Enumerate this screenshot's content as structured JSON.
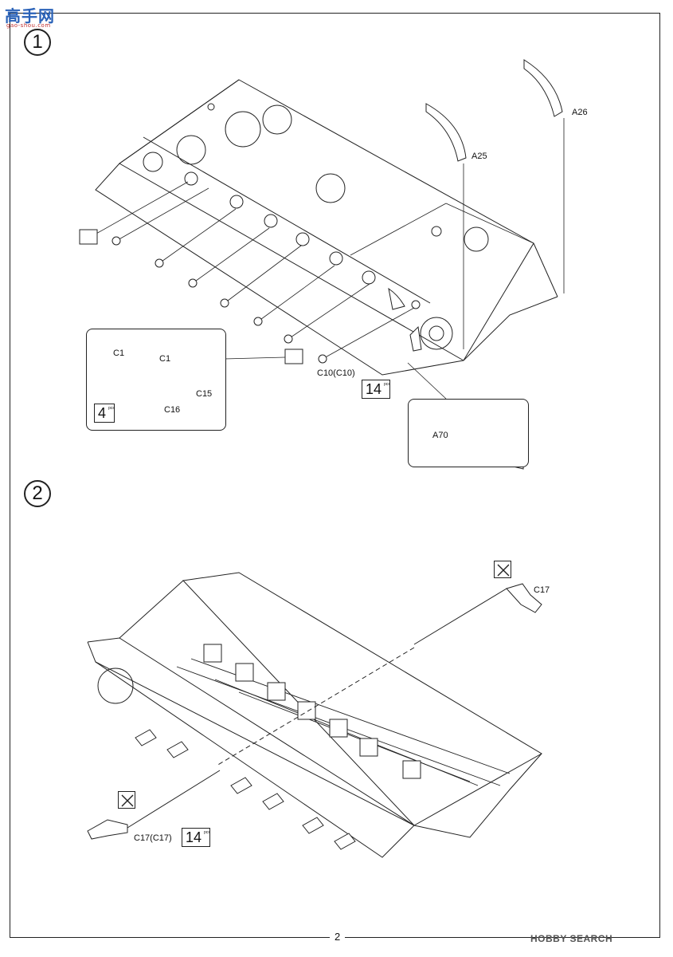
{
  "logo": {
    "text": "高手网",
    "url": "gao-shou.com"
  },
  "steps": [
    {
      "number": "1",
      "labels": {
        "a25": "A25",
        "a26": "A26",
        "c10": "C10(C10)",
        "c1_left": "C1",
        "c1_right": "C1",
        "c15": "C15",
        "c16": "C16",
        "a70": "A70"
      },
      "qty_main": {
        "count": "14",
        "unit": "pcs"
      },
      "qty_detail": {
        "count": "4",
        "unit": "pcs"
      }
    },
    {
      "number": "2",
      "labels": {
        "c17_top": "C17",
        "c17_bottom": "C17(C17)"
      },
      "qty": {
        "count": "14",
        "unit": "pcs"
      }
    }
  ],
  "page_number": "2",
  "watermark": "HOBBY SEARCH"
}
